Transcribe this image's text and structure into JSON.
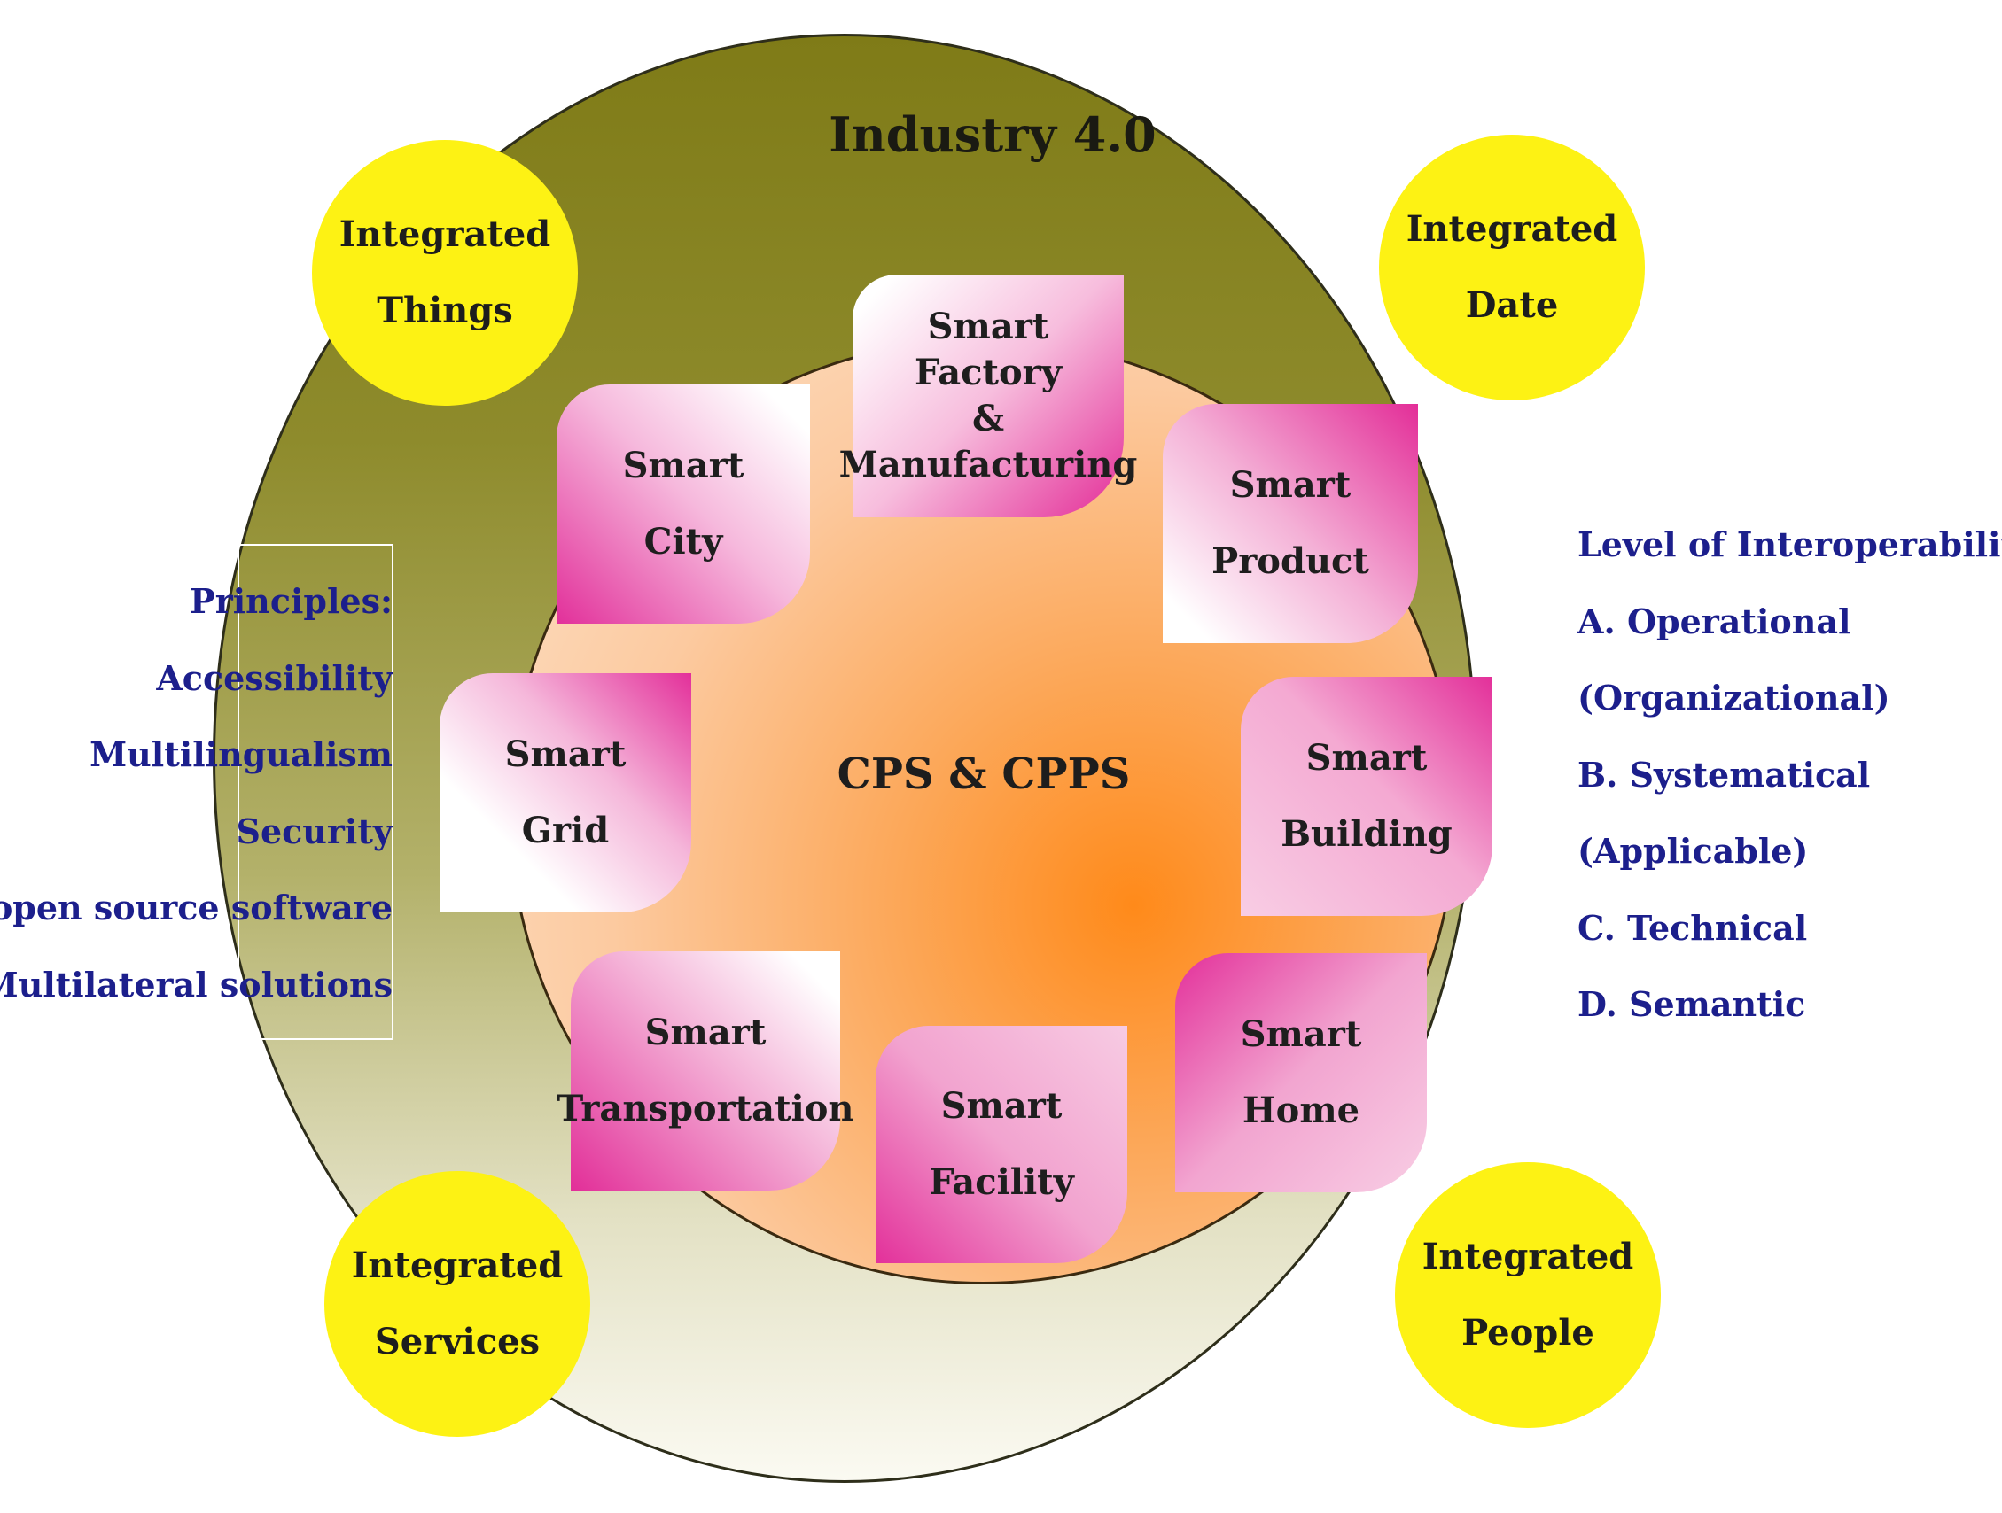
{
  "title": "Industry 4.0",
  "center": "CPS & CPPS",
  "integrated": {
    "things": [
      "Integrated",
      "Things"
    ],
    "date": [
      "Integrated",
      "Date"
    ],
    "services": [
      "Integrated",
      "Services"
    ],
    "people": [
      "Integrated",
      "People"
    ]
  },
  "tiles": {
    "factory": [
      "Smart Factory",
      "&",
      "Manufacturing"
    ],
    "city": [
      "Smart",
      "City"
    ],
    "product": [
      "Smart",
      "Product"
    ],
    "grid": [
      "Smart",
      "Grid"
    ],
    "building": [
      "Smart",
      "Building"
    ],
    "transportation": [
      "Smart",
      "Transportation"
    ],
    "facility": [
      "Smart",
      "Facility"
    ],
    "home": [
      "Smart",
      "Home"
    ]
  },
  "principles": [
    "Principles:",
    "Accessibility",
    "Multilingualism",
    "Security",
    "open source software",
    "Multilateral solutions"
  ],
  "interoperability": [
    "Level of Interoperability",
    "A. Operational",
    "(Organizational)",
    "B. Systematical",
    "(Applicable)",
    "C. Technical",
    "D. Semantic"
  ],
  "colors": {
    "outer_ring": "#8a8624",
    "inner_circle": "#fca95c",
    "integrated_circle": "#fdf214",
    "tile_pink": "#e8329c",
    "list_text": "#1c1f8c"
  }
}
